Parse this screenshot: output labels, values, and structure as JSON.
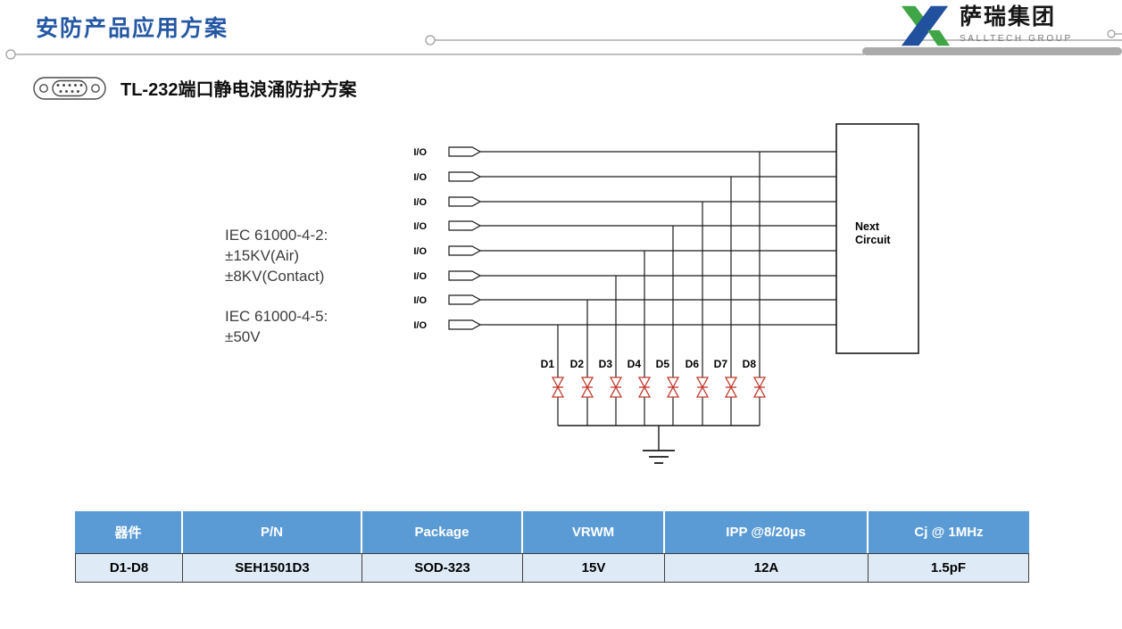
{
  "header": {
    "title": "安防产品应用方案",
    "logo": {
      "name": "萨瑞集团",
      "subtitle": "SALLTECH GROUP"
    }
  },
  "section": {
    "title": "TL-232端口静电浪涌防护方案"
  },
  "diagram": {
    "io_label": "I/O",
    "io_count": 8,
    "next_circuit": [
      "Next",
      "Circuit"
    ],
    "diodes": [
      "D1",
      "D2",
      "D3",
      "D4",
      "D5",
      "D6",
      "D7",
      "D8"
    ],
    "standards": {
      "group1": [
        "IEC 61000-4-2:",
        "±15KV(Air)",
        "±8KV(Contact)"
      ],
      "group2": [
        "IEC 61000-4-5:",
        "±50V"
      ]
    }
  },
  "table": {
    "headers": [
      "器件",
      "P/N",
      "Package",
      "VRWM",
      "IPP @8/20μs",
      "Cj @ 1MHz"
    ],
    "rows": [
      [
        "D1-D8",
        "SEH1501D3",
        "SOD-323",
        "15V",
        "12A",
        "1.5pF"
      ]
    ]
  },
  "colors": {
    "accent": "#2457A4",
    "table-header-bg": "#5B9BD5",
    "table-row-bg": "#DEEBF7",
    "diode": "#C0392B",
    "wire": "#1a1a1a",
    "deco": "#9a9a9a",
    "deco-bar": "#ababab",
    "logo-green": "#3FA547",
    "logo-blue": "#20509E"
  }
}
